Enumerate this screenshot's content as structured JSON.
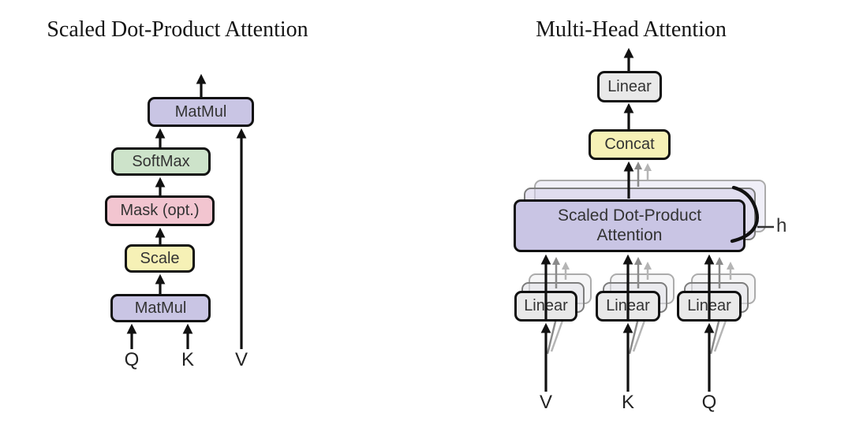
{
  "diagram_left": {
    "title": "Scaled Dot-Product Attention",
    "boxes": {
      "matmul_top": "MatMul",
      "softmax": "SoftMax",
      "mask": "Mask (opt.)",
      "scale": "Scale",
      "matmul_bottom": "MatMul"
    },
    "inputs": {
      "q": "Q",
      "k": "K",
      "v": "V"
    }
  },
  "diagram_right": {
    "title": "Multi-Head Attention",
    "boxes": {
      "linear_out": "Linear",
      "concat": "Concat",
      "attention_line1": "Scaled Dot-Product",
      "attention_line2": "Attention",
      "linear_v": "Linear",
      "linear_k": "Linear",
      "linear_q": "Linear"
    },
    "inputs": {
      "v": "V",
      "k": "K",
      "q": "Q"
    },
    "heads_label": "h"
  },
  "colors": {
    "background": "#ffffff",
    "box_purple": "#c9c5e4",
    "box_green": "#cde3ca",
    "box_pink": "#f2c5d0",
    "box_yellow": "#f6f1b6",
    "box_gray": "#e9e9e9",
    "box_border": "#111111",
    "arrow_black": "#111111",
    "arrow_gray_dark": "#8a8a8a",
    "arrow_gray_light": "#b5b5b5",
    "label_text": "#333333"
  }
}
